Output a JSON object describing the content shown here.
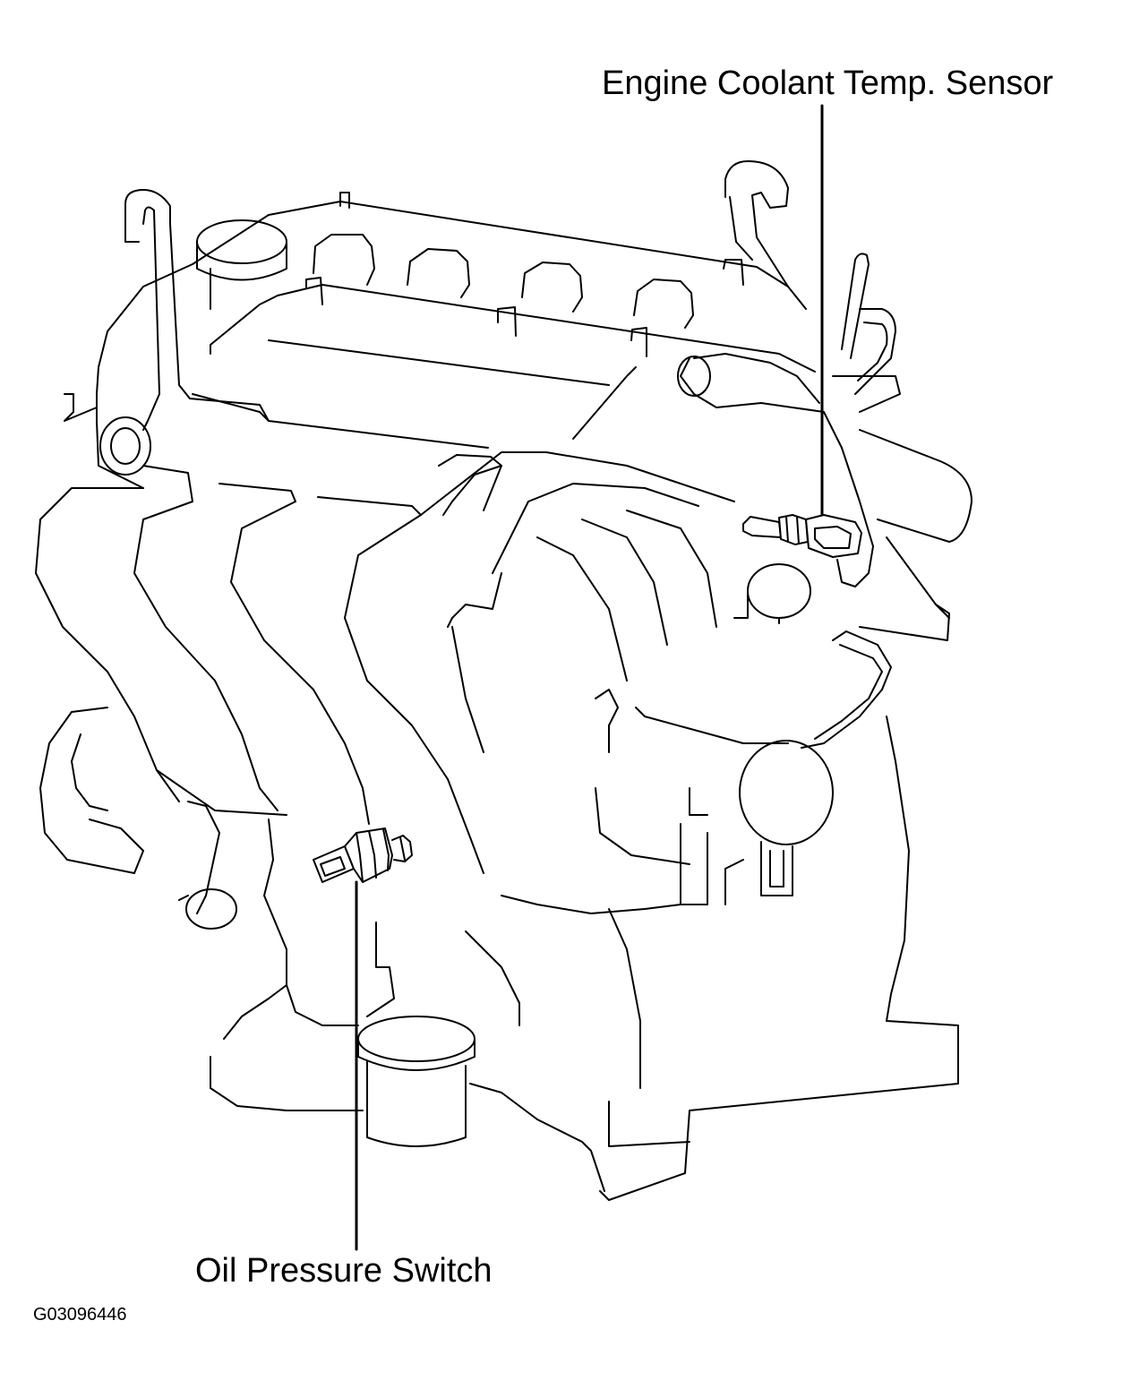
{
  "callouts": {
    "engine_coolant_temp_sensor": "Engine Coolant Temp. Sensor",
    "oil_pressure_switch": "Oil Pressure Switch"
  },
  "figure_id": "G03096446",
  "colors": {
    "line": "#000000",
    "background": "#ffffff"
  }
}
